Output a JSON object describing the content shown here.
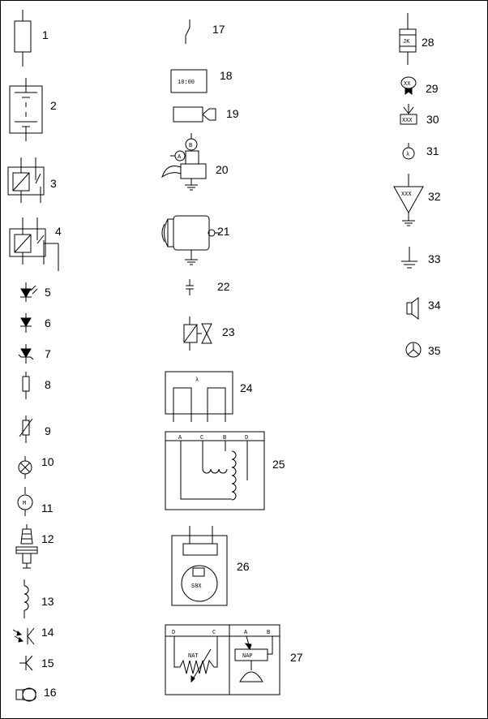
{
  "symbols": [
    {
      "n": "1"
    },
    {
      "n": "2"
    },
    {
      "n": "3"
    },
    {
      "n": "4"
    },
    {
      "n": "5"
    },
    {
      "n": "6"
    },
    {
      "n": "7"
    },
    {
      "n": "8"
    },
    {
      "n": "9"
    },
    {
      "n": "10"
    },
    {
      "n": "11"
    },
    {
      "n": "12"
    },
    {
      "n": "13"
    },
    {
      "n": "14"
    },
    {
      "n": "15"
    },
    {
      "n": "16"
    },
    {
      "n": "17"
    },
    {
      "n": "18"
    },
    {
      "n": "19"
    },
    {
      "n": "20"
    },
    {
      "n": "21"
    },
    {
      "n": "22"
    },
    {
      "n": "23"
    },
    {
      "n": "24"
    },
    {
      "n": "25"
    },
    {
      "n": "26"
    },
    {
      "n": "27"
    },
    {
      "n": "28"
    },
    {
      "n": "29"
    },
    {
      "n": "30"
    },
    {
      "n": "31"
    },
    {
      "n": "32"
    },
    {
      "n": "33"
    },
    {
      "n": "34"
    },
    {
      "n": "35"
    }
  ],
  "inner_text": {
    "clock_display": "10:00",
    "gauge_b": "B",
    "gauge_a": "A",
    "motor_m": "M",
    "relay24_label": "λ",
    "box25_a": "A",
    "box25_c": "C",
    "box25_b": "B",
    "box25_d": "D",
    "box26_label": "S8X",
    "box27_d": "D",
    "box27_c": "C",
    "box27_a": "A",
    "box27_b": "B",
    "box27_nat": "NAT",
    "box27_nap": "NAP",
    "sym28_label": "JK",
    "sym29_label": "XX",
    "sym30_label": "XXX",
    "sym31_label": "λ",
    "sym32_label": "XXX"
  }
}
